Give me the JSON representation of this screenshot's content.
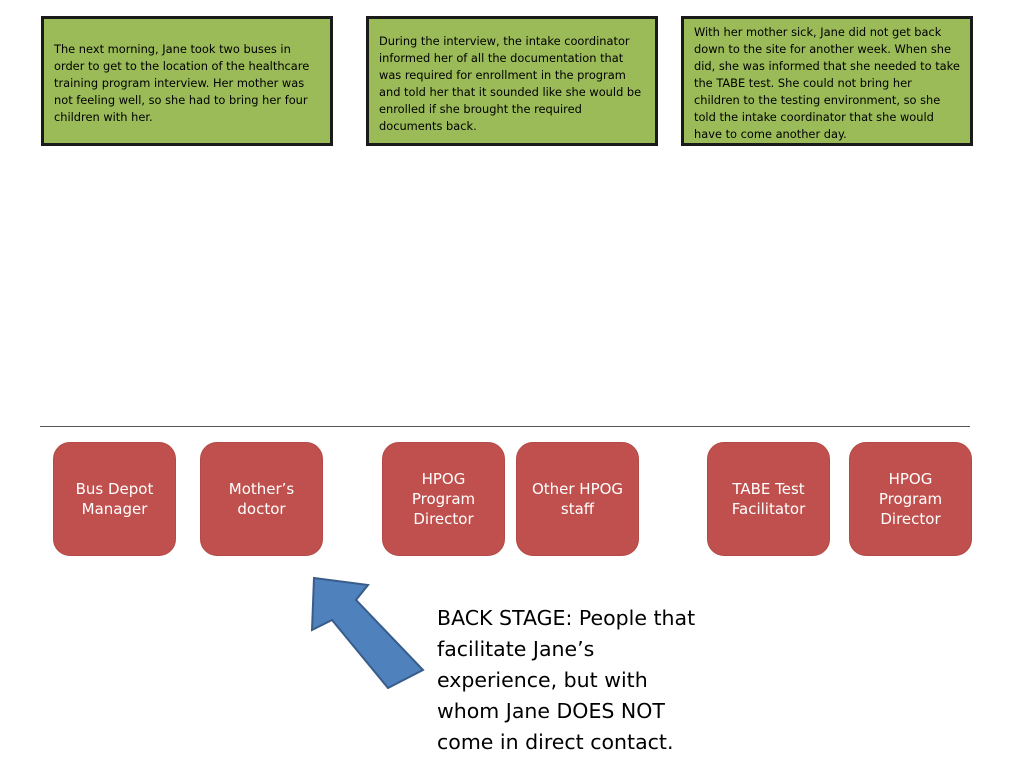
{
  "colors": {
    "story_fill": "#9bbb59",
    "story_border": "#1a1a1a",
    "actor_fill": "#c0504d",
    "actor_text": "#ffffff",
    "arrow_fill": "#4f81bd",
    "arrow_stroke": "#385d8a",
    "line": "#555555"
  },
  "stories": [
    {
      "text": "The next morning, Jane took two buses in order to get to the location of the healthcare training program interview. Her mother was not feeling well, so she had to bring her four children with her."
    },
    {
      "text": "During the interview, the intake coordinator informed her of all the documentation that was required for enrollment in the program and told her that it sounded like she would be enrolled if she brought the required documents back."
    },
    {
      "text": "With her mother sick, Jane did not get back down to the site for another week.  When she did, she was informed that she needed to take the TABE test. She could not bring her children to the testing environment, so she told the intake coordinator that she would have to come another day."
    }
  ],
  "backstage_actors": [
    {
      "label": "Bus Depot Manager"
    },
    {
      "label": "Mother’s doctor"
    },
    {
      "label": "HPOG Program Director"
    },
    {
      "label": "Other HPOG staff"
    },
    {
      "label": "TABE Test Facilitator"
    },
    {
      "label": "HPOG Program Director"
    }
  ],
  "arrow_icon": "arrow-up-left-icon",
  "caption": "BACK STAGE: People that facilitate Jane’s experience, but with whom Jane DOES NOT come in direct contact."
}
